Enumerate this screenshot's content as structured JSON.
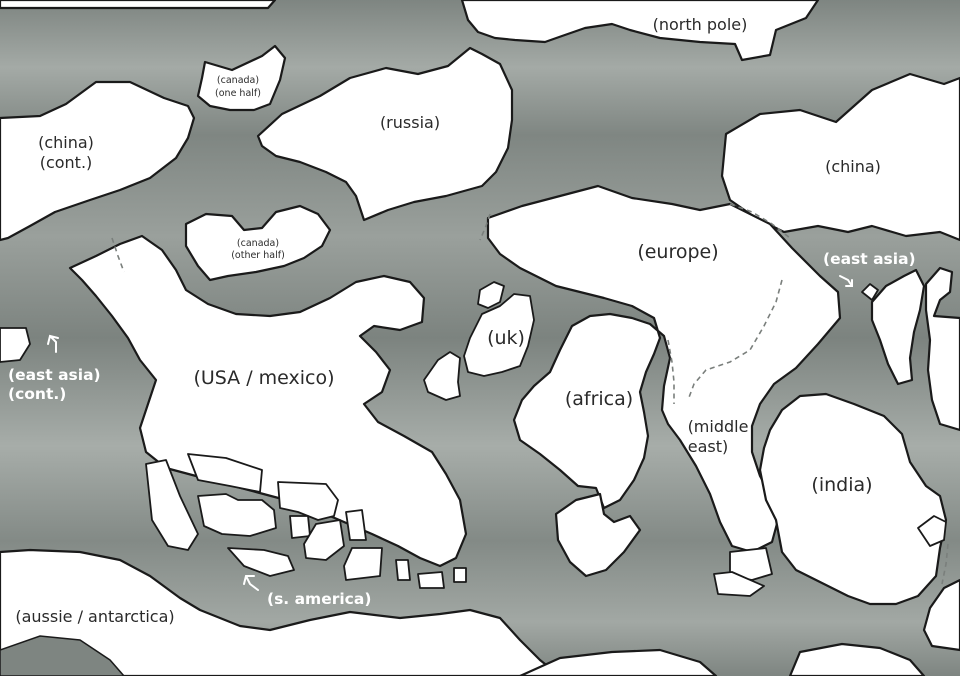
{
  "map": {
    "labels": {
      "north_pole": "(north pole)",
      "canada_one_half_line1": "(canada)",
      "canada_one_half_line2": "(one half)",
      "russia": "(russia)",
      "china_cont_line1": "(china)",
      "china_cont_line2": "(cont.)",
      "china": "(china)",
      "canada_other_half_line1": "(canada)",
      "canada_other_half_line2": "(other half)",
      "europe": "(europe)",
      "east_asia": "(east asia)",
      "uk": "(uk)",
      "usa_mexico": "(USA / mexico)",
      "east_asia_cont_line1": "(east asia)",
      "east_asia_cont_line2": "(cont.)",
      "africa": "(africa)",
      "middle_east_line1": "(middle",
      "middle_east_line2": "east)",
      "india": "(india)",
      "s_america": "(s. america)",
      "aussie_antarctica": "(aussie / antarctica)"
    },
    "colors": {
      "ocean_dark": "#7e8581",
      "ocean_light": "#a7ada9",
      "land": "#ffffff",
      "outline": "#1a1a1a",
      "ocean_label": "#ffffff",
      "land_label": "#2a2a2a"
    }
  }
}
